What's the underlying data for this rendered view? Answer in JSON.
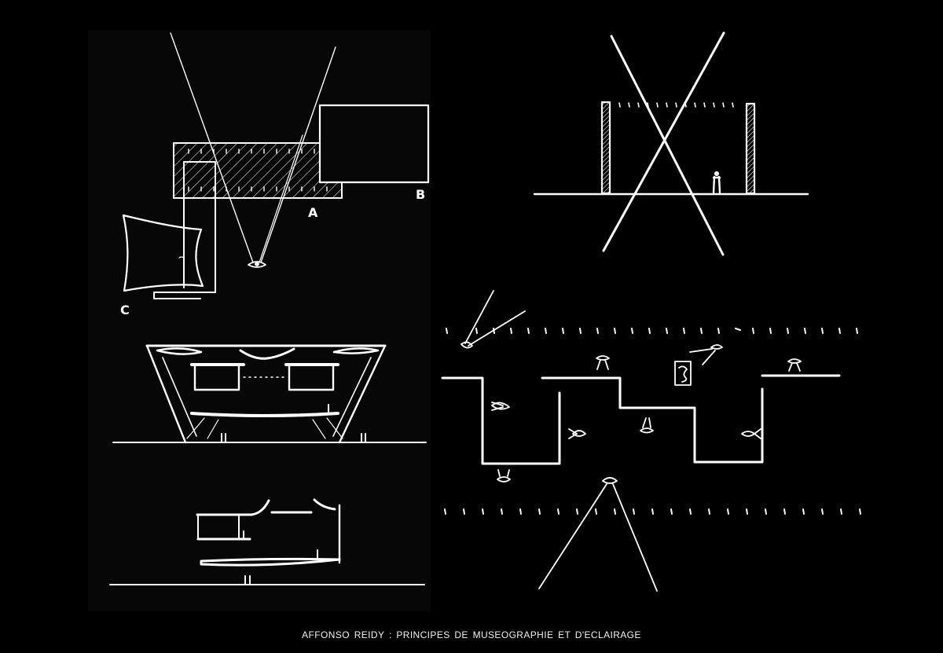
{
  "caption": "AFFONSO REIDY :  PRINCIPES DE  MUSEOGRAPHIE ET D'ECLAIRAGE",
  "labels": {
    "a": "A",
    "b": "B",
    "c": "C"
  },
  "colors": {
    "background": "#000000",
    "panel": "#070707",
    "ink": "#ffffff"
  }
}
